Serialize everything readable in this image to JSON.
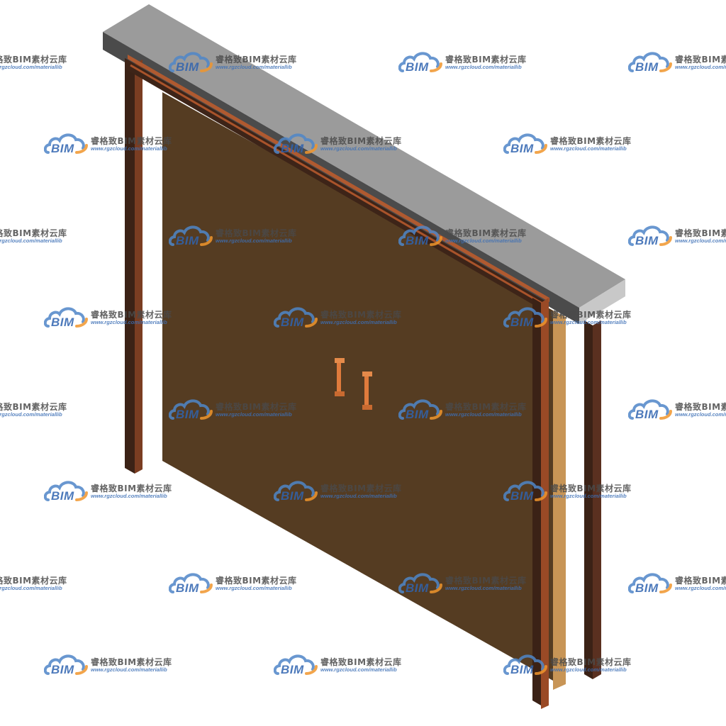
{
  "watermark": {
    "logo_text": "BIM",
    "title": "睿格致BIM素材云库",
    "url": "www.rgzcloud.com/materiallib",
    "logo_icon": "cloud-icon",
    "colors": {
      "cloud_blue": "#4f86c8",
      "cloud_orange": "#f0962d",
      "text_gray": "#4a4a4a",
      "url_blue": "#3c6fb6"
    }
  },
  "model": {
    "colors": {
      "lintel_top": "#9b9b9b",
      "lintel_front": "#4d4d4d",
      "lintel_side": "#c9c9c9",
      "frame_dark": "#3d2418",
      "frame_copper": "#a8532b",
      "door_panel": "#553c22",
      "door_edge": "#c89556",
      "handle": "#e07b3c"
    }
  }
}
